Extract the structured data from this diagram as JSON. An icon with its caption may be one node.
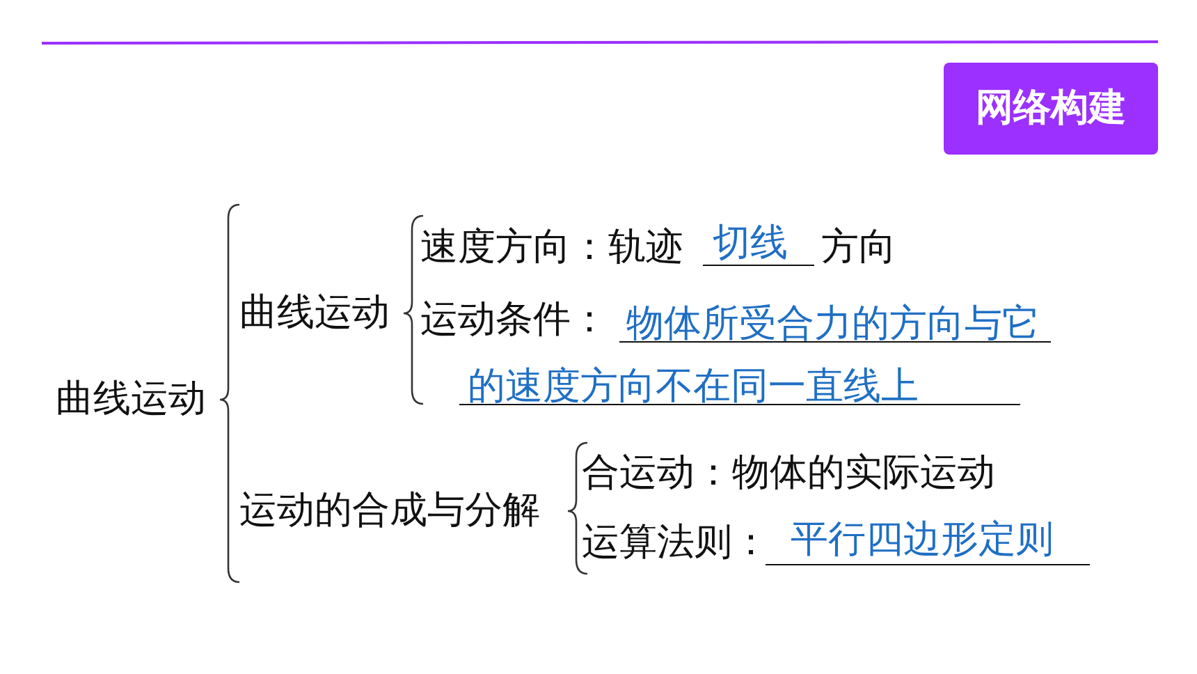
{
  "diagram": {
    "title": "网络构建",
    "labels": [
      "曲线运动",
      "曲线运动",
      "速度方向：轨迹",
      "切线",
      "方向",
      "运动条件：",
      "物体所受合力的方向与它的速度方向不在同一直线上",
      "运动的合成与分解",
      "合运动：物体的实际运动",
      "运算法则：",
      "平行四边形定则"
    ]
  }
}
